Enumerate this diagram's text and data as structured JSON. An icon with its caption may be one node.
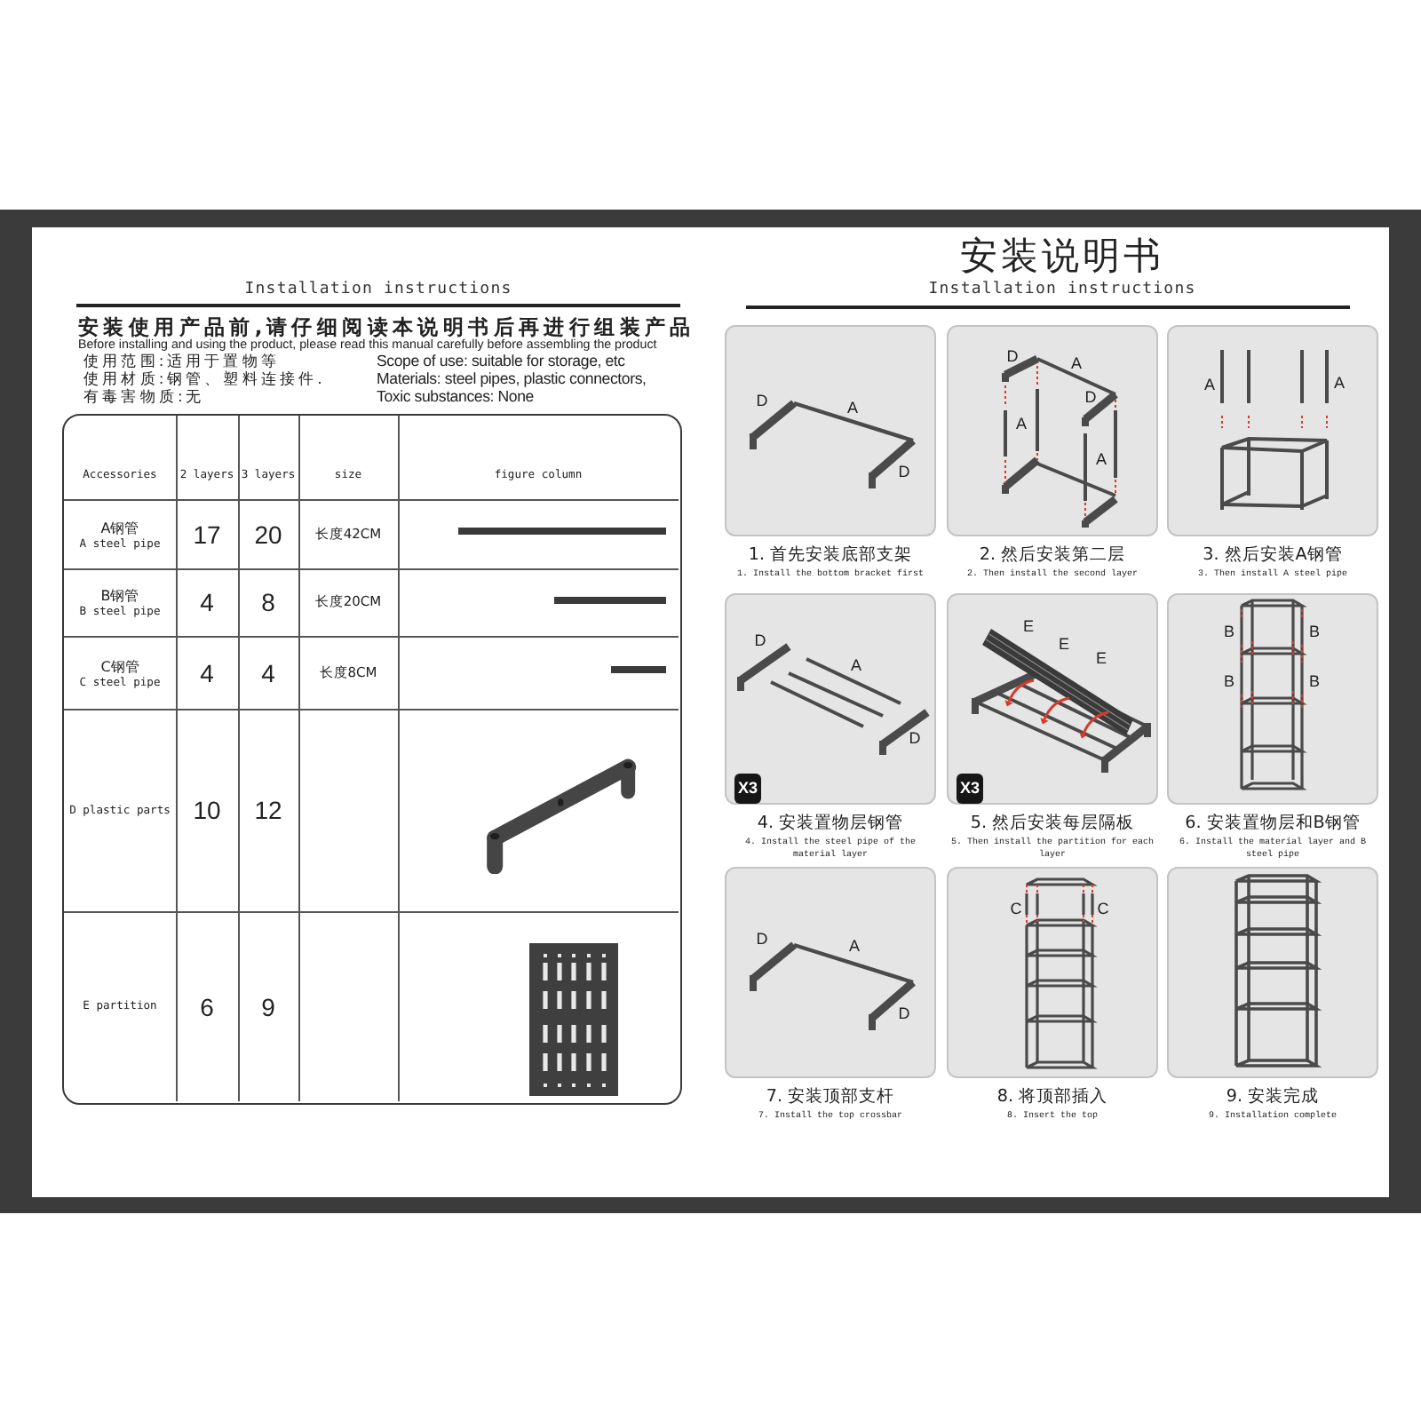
{
  "diagram": {
    "title": "安装说明书",
    "nodes": [
      {
        "text": [
          "D",
          "A",
          "D"
        ],
        "beside": [
          "1. 首先安装底部支架",
          "1. Install the bottom bracket first"
        ]
      },
      {
        "text": [
          "D",
          "A",
          "D",
          "A",
          "A"
        ],
        "beside": [
          "2. 然后安装第二层",
          "2. Then install the second layer"
        ]
      },
      {
        "text": [
          "A",
          "A"
        ],
        "beside": [
          "3. 然后安装A钢管",
          "3. Then install A steel pipe"
        ]
      },
      {
        "text": [
          "D",
          "A",
          "D",
          "X3"
        ],
        "beside": [
          "4. 安装置物层钢管",
          "4. Install the steel pipe of the material layer"
        ]
      },
      {
        "text": [
          "E",
          "E",
          "E",
          "X3"
        ],
        "beside": [
          "5. 然后安装每层隔板",
          "5. Then install the partition for each layer"
        ]
      },
      {
        "text": [
          "B",
          "B",
          "B",
          "B"
        ],
        "beside": [
          "6. 安装置物层和B钢管",
          "6. Install the material layer and B steel pipe"
        ]
      },
      {
        "text": [
          "D",
          "A",
          "D"
        ],
        "beside": [
          "7. 安装顶部支杆",
          "7. Install the top crossbar"
        ]
      },
      {
        "text": [
          "C",
          "C"
        ],
        "beside": [
          "8. 将顶部插入",
          "8. Insert the top"
        ]
      },
      {
        "text": [],
        "shape": "box",
        "beside": [
          "9. 安装完成",
          "9. Installation complete"
        ]
      }
    ],
    "labels": [
      "Installation instructions",
      "安装使用产品前,请仔细阅读本说明书后再进行组装产品",
      "Before installing and using the product, please read this manual carefully before assembling the product",
      "使用范围:适用于置物等",
      "Scope of use: suitable for storage, etc",
      "使用材质:钢管、塑料连接件.",
      "Materials: steel pipes, plastic connectors,",
      "有毒害物质:无",
      "Toxic substances: None",
      "Accessories",
      "2 layers",
      "3 layers",
      "size",
      "figure column",
      "A钢管",
      "A steel pipe",
      "17",
      "20",
      "长度42CM",
      "B钢管",
      "B steel pipe",
      "4",
      "8",
      "长度20CM",
      "C钢管",
      "C steel pipe",
      "4",
      "4",
      "长度8CM",
      "D plastic parts",
      "10",
      "12",
      "E partition",
      "6",
      "9",
      "Installation instructions"
    ]
  }
}
